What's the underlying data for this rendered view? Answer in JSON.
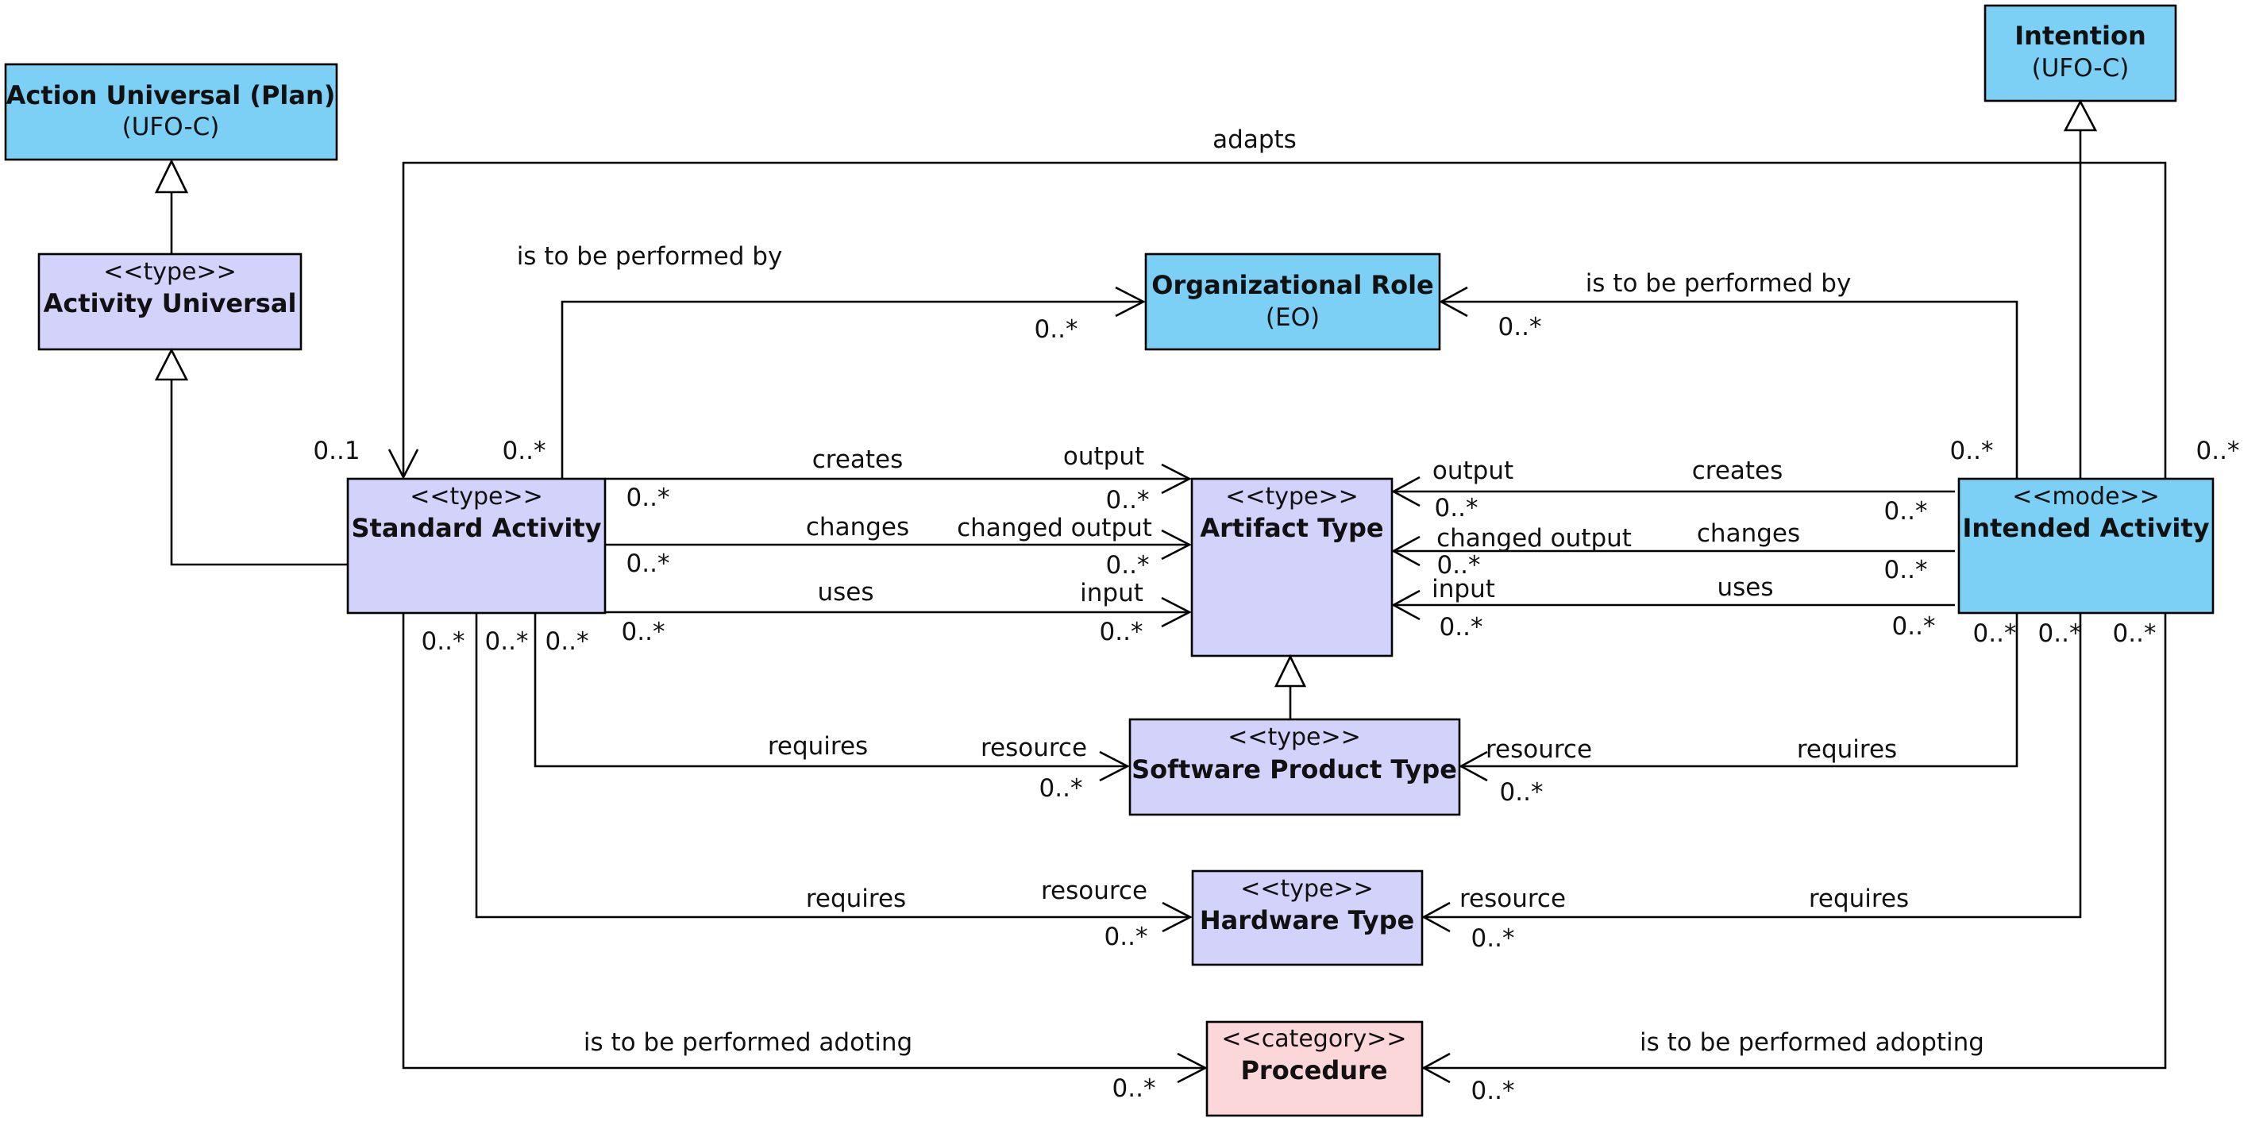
{
  "colors": {
    "external": "#7ccff5",
    "domain": "#d2d2fb",
    "category": "#fcd7d9",
    "line": "#000000"
  },
  "classes": {
    "action_universal": {
      "name": "Action Universal (Plan)",
      "sub": "(UFO-C)"
    },
    "intention": {
      "name": "Intention",
      "sub": "(UFO-C)"
    },
    "activity_universal": {
      "stereotype": "<<type>>",
      "name": "Activity Universal"
    },
    "organizational_role": {
      "name": "Organizational Role",
      "sub": "(EO)"
    },
    "standard_activity": {
      "stereotype": "<<type>>",
      "name": "Standard Activity"
    },
    "artifact_type": {
      "stereotype": "<<type>>",
      "name": "Artifact Type"
    },
    "intended_activity": {
      "stereotype": "<<mode>>",
      "name": "Intended Activity"
    },
    "software_product_type": {
      "stereotype": "<<type>>",
      "name": "Software Product Type"
    },
    "hardware_type": {
      "stereotype": "<<type>>",
      "name": "Hardware Type"
    },
    "procedure": {
      "stereotype": "<<category>>",
      "name": "Procedure"
    }
  },
  "labels": {
    "adapts": "adapts",
    "performed_by_left": "is to be performed by",
    "performed_by_right": "is to be performed by",
    "creates_left": "creates",
    "output_left": "output",
    "changes_left": "changes",
    "changed_output_left": "changed output",
    "uses_left": "uses",
    "input_left": "input",
    "output_right": "output",
    "creates_right": "creates",
    "changed_output_right": "changed output",
    "changes_right": "changes",
    "input_right": "input",
    "uses_right": "uses",
    "requires_sw_left": "requires",
    "resource_sw_left": "resource",
    "resource_sw_right": "resource",
    "requires_sw_right": "requires",
    "requires_hw_left": "requires",
    "resource_hw_left": "resource",
    "resource_hw_right": "resource",
    "requires_hw_right": "requires",
    "performed_adoting_left": "is to be performed adoting",
    "performed_adopting_right": "is to be performed adopting"
  },
  "multiplicities": {
    "adapts_source": "0..1",
    "adapts_target": "0..*",
    "role_left_source": "0..*",
    "role_left_target": "0..*",
    "role_right_target": "0..*",
    "role_right_source": "0..*",
    "creates_left_src": "0..*",
    "creates_left_tgt": "0..*",
    "changes_left_src": "0..*",
    "changes_left_tgt": "0..*",
    "uses_left_src": "0..*",
    "uses_left_tgt": "0..*",
    "creates_right_tgt": "0..*",
    "creates_right_src": "0..*",
    "changes_right_tgt": "0..*",
    "changes_right_src": "0..*",
    "uses_right_tgt": "0..*",
    "uses_right_src": "0..*",
    "sa_bottom_1": "0..*",
    "sa_bottom_2": "0..*",
    "sa_bottom_3": "0..*",
    "ia_bottom_1": "0..*",
    "ia_bottom_2": "0..*",
    "ia_bottom_3": "0..*",
    "sw_left_tgt": "0..*",
    "sw_right_tgt": "0..*",
    "hw_left_tgt": "0..*",
    "hw_right_tgt": "0..*",
    "proc_left_tgt": "0..*",
    "proc_right_tgt": "0..*"
  }
}
